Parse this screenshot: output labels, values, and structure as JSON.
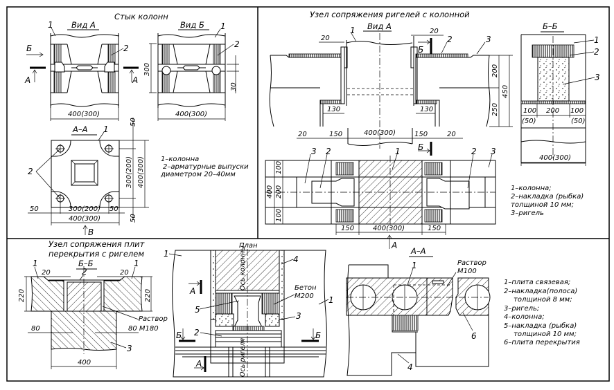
{
  "column_joint": {
    "title": "Стык колонн",
    "view_a": "Вид А",
    "view_b": "Вид Б",
    "section_aa": "А–А",
    "mark_1": "1",
    "mark_2": "2",
    "arrow_b": "Б",
    "arrow_a": "А",
    "arrow_v": "В",
    "dim_300": "300",
    "dim_30": "30",
    "dim_400_300": "400(300)",
    "dim_300_200": "300(200)",
    "dim_50": "50",
    "legend": [
      "1–колонна",
      "2–арматурные выпуски",
      "диаметром 20–40мм"
    ]
  },
  "beam_joint": {
    "title": "Узел сопряжения ригелей с колонной",
    "view_a": "Вид А",
    "section_bb": "Б–Б",
    "mark_1": "1",
    "mark_2": "2",
    "mark_3": "3",
    "arrow_b": "Б",
    "arrow_a": "А",
    "dim_20": "20",
    "dim_200": "200",
    "dim_250": "250",
    "dim_450": "450",
    "dim_130": "130",
    "dim_150": "150",
    "dim_100": "100",
    "dim_400": "400",
    "dim_400_300": "400(300)",
    "dim_50p": "(50)",
    "legend": [
      "1–колонна;",
      "2–накладка (рыбка)",
      "толщиной 10 мм;",
      "3–ригель"
    ]
  },
  "slab_joint": {
    "title_line1": "Узел сопряжения плит",
    "title_line2": "перекрытия с ригелем",
    "section_bb": "Б–Б",
    "section_aa": "А–А",
    "plan": "План",
    "column_axis": "Ось колонны",
    "beam_axis": "Ось ригеля",
    "concrete": "Бетон",
    "concrete_grade": "М200",
    "mortar": "Раствор",
    "mortar_grade_1": "80 М180",
    "mortar_grade_2": "М100",
    "dim_20": "20",
    "dim_220": "220",
    "dim_80": "80",
    "dim_400": "400",
    "arrow_a": "А",
    "arrow_b": "Б",
    "marks": [
      "1",
      "2",
      "3",
      "4",
      "5",
      "6"
    ],
    "legend": [
      "1–плита связевая;",
      "2–накладка(полоса)",
      "толщиной 8 мм;",
      "3–ригель;",
      "4–колонна;",
      "5–накладка (рыбка)",
      "толщиной 10 мм;",
      "6–плита перекрытия"
    ]
  }
}
